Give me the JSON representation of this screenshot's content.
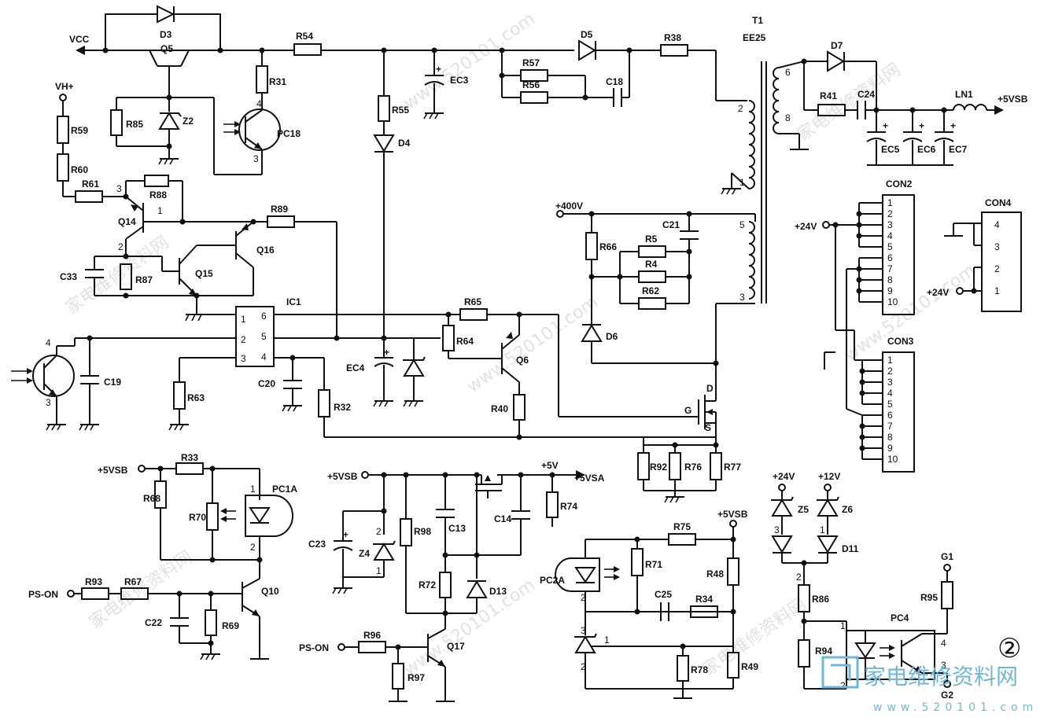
{
  "rails": {
    "vcc": "VCC",
    "vh": "VH+",
    "v400": "+400V",
    "v24a": "+24V",
    "v24b": "+24V",
    "v5vsb_out": "+5VSB",
    "v5vsb_1": "+5VSB",
    "v5vsb_2": "+5VSB",
    "v5vsb_3": "+5VSB",
    "v5": "+5V",
    "v5vsa": "+5VSA",
    "v24c": "+24V",
    "v12": "+12V",
    "ps_on_1": "PS-ON",
    "ps_on_2": "PS-ON",
    "g1": "G1",
    "g2": "G2"
  },
  "components": {
    "D3": "D3",
    "Q5": "Q5",
    "R54": "R54",
    "D5": "D5",
    "R38": "R38",
    "T1": "T1",
    "EE25": "EE25",
    "D7": "D7",
    "R41": "R41",
    "C24": "C24",
    "LN1": "LN1",
    "EC5": "EC5",
    "EC6": "EC6",
    "EC7": "EC7",
    "R31": "R31",
    "R85": "R85",
    "Z2": "Z2",
    "PC18": "PC18",
    "R59": "R59",
    "R60": "R60",
    "R61": "R61",
    "R88": "R88",
    "Q14": "Q14",
    "R89": "R89",
    "Q16": "Q16",
    "Q15": "Q15",
    "C33": "C33",
    "R87": "R87",
    "R55": "R55",
    "D4": "D4",
    "EC3": "EC3",
    "R57": "R57",
    "R56": "R56",
    "C18": "C18",
    "IC1": "IC1",
    "C19": "C19",
    "R63": "R63",
    "C20": "C20",
    "R32": "R32",
    "EC4": "EC4",
    "R65": "R65",
    "R64": "R64",
    "Q6": "Q6",
    "R40": "R40",
    "R66": "R66",
    "C21": "C21",
    "R5": "R5",
    "R4": "R4",
    "R62": "R62",
    "D6": "D6",
    "CON2": "CON2",
    "CON3": "CON3",
    "CON4": "CON4",
    "R92": "R92",
    "R76": "R76",
    "R77": "R77",
    "R33": "R33",
    "R68": "R68",
    "R70": "R70",
    "PC1A": "PC1A",
    "R93": "R93",
    "R67": "R67",
    "Q10": "Q10",
    "C22": "C22",
    "R69": "R69",
    "C23": "C23",
    "Z4": "Z4",
    "R98": "R98",
    "C13": "C13",
    "C14": "C14",
    "R74": "R74",
    "R72": "R72",
    "D13": "D13",
    "R96": "R96",
    "R97": "R97",
    "Q17": "Q17",
    "R75": "R75",
    "R71": "R71",
    "R48": "R48",
    "PC2A": "PC2A",
    "C25": "C25",
    "R34": "R34",
    "R78": "R78",
    "R49": "R49",
    "Z5": "Z5",
    "Z6": "Z6",
    "D11": "D11",
    "R86": "R86",
    "R94": "R94",
    "PC4": "PC4",
    "R95": "R95"
  },
  "pins": {
    "t1_6": "6",
    "t1_8": "8",
    "t1_2": "2",
    "t1_1": "1",
    "t1_5": "5",
    "t1_3": "3",
    "ic1_1": "1",
    "ic1_2": "2",
    "ic1_3": "3",
    "ic1_4": "4",
    "ic1_5": "5",
    "ic1_6": "6",
    "q14_3": "3",
    "q14_1": "1",
    "q14_2": "2",
    "pc18_4": "4",
    "pc18_3": "3",
    "pc19_4": "4",
    "pc19_3": "3",
    "pc1a_1": "1",
    "pc1a_2": "2",
    "z4_2": "2",
    "z4_1": "1",
    "pc2a_1": "1",
    "pc2a_2": "2",
    "pc2a_3": "3",
    "pc2a_1b": "1",
    "pc2a_2b": "2",
    "z5_3": "3",
    "z6_1": "1",
    "r86_2": "2",
    "pc4_1": "1",
    "pc4_2": "2",
    "pc4_3": "3",
    "pc4_4": "4",
    "mos_d": "D",
    "mos_g": "G",
    "mos_s": "S",
    "con4": [
      "4",
      "3",
      "2",
      "1"
    ],
    "con2": [
      "1",
      "2",
      "3",
      "4",
      "5",
      "6",
      "7",
      "8",
      "9",
      "10"
    ],
    "con3": [
      "1",
      "2",
      "3",
      "4",
      "5",
      "6",
      "7",
      "8",
      "9",
      "10"
    ]
  },
  "figure_number": "②",
  "watermark": {
    "text": "www.520101.com",
    "text2": "家电维修资料网",
    "logo_cn": "家电维修资料网",
    "logo_url": "www.520101.com"
  }
}
